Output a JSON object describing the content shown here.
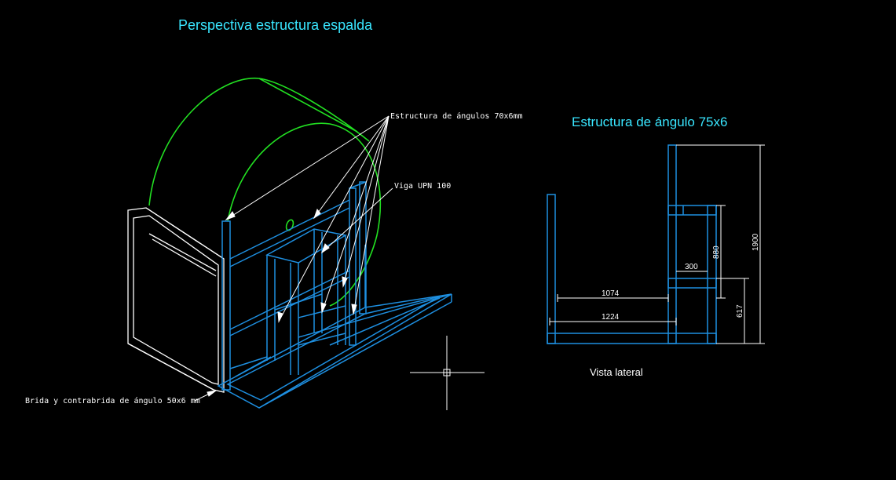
{
  "titles": {
    "perspective": "Perspectiva estructura espalda",
    "angle_structure": "Estructura de ángulo 75x6",
    "side_view": "Vista lateral"
  },
  "callouts": {
    "angles_70": "Estructura de ángulos 70x6mm",
    "upn_beam": "Viga UPN 100",
    "flange": "Brida y contrabrida de ángulo 50x6 mm"
  },
  "dimensions": {
    "d1074": "1074",
    "d1224": "1224",
    "d300": "300",
    "d880": "880",
    "d617": "617",
    "d1900": "1900"
  },
  "marker": {
    "zero": "0"
  },
  "colors": {
    "background": "#000000",
    "cyan_text": "#39e6ff",
    "structure_blue": "#1e8fe0",
    "fan_green": "#22e022",
    "lines_white": "#ffffff"
  }
}
